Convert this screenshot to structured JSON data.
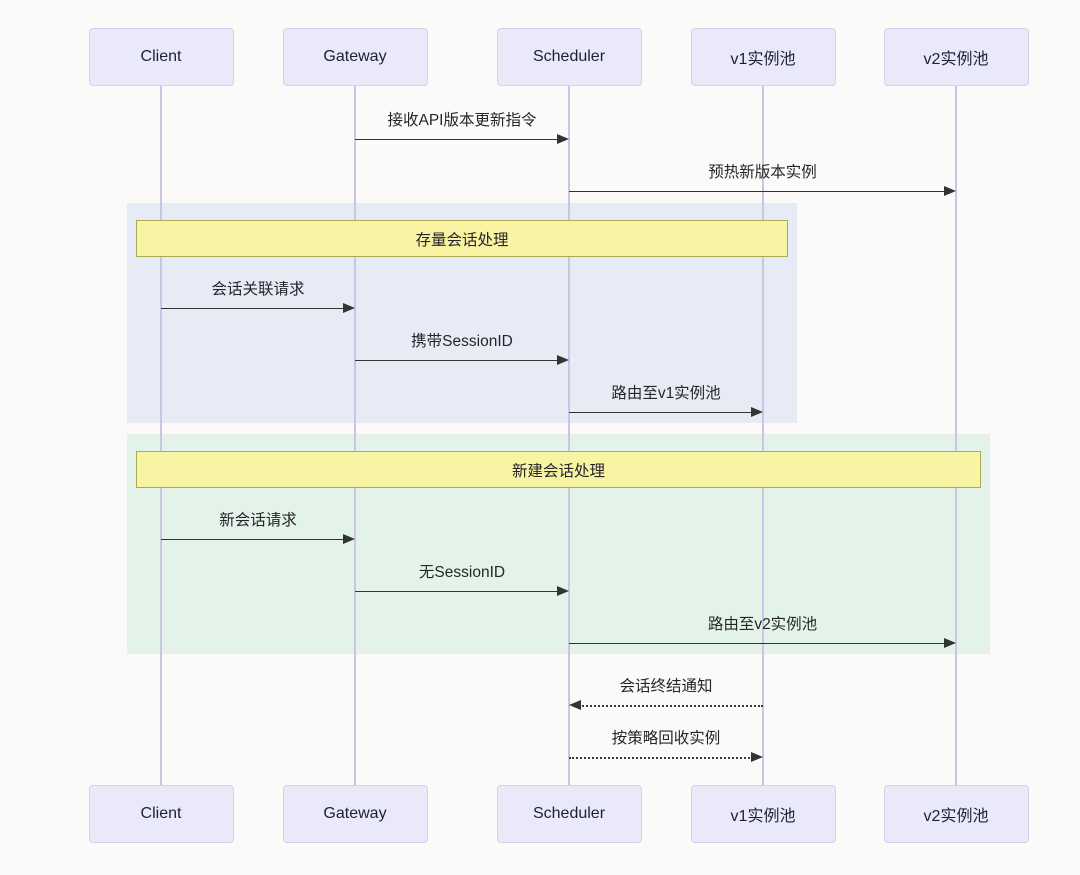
{
  "diagram": {
    "type": "sequence-diagram",
    "actors": [
      {
        "id": "client",
        "label": "Client"
      },
      {
        "id": "gateway",
        "label": "Gateway"
      },
      {
        "id": "scheduler",
        "label": "Scheduler"
      },
      {
        "id": "v1pool",
        "label": "v1实例池"
      },
      {
        "id": "v2pool",
        "label": "v2实例池"
      }
    ],
    "sequence": [
      {
        "kind": "message",
        "from": "gateway",
        "to": "scheduler",
        "label": "接收API版本更新指令",
        "line": "solid"
      },
      {
        "kind": "message",
        "from": "scheduler",
        "to": "v2pool",
        "label": "预热新版本实例",
        "line": "solid"
      },
      {
        "kind": "block_start",
        "title": "存量会话处理",
        "theme": "blue"
      },
      {
        "kind": "message",
        "from": "client",
        "to": "gateway",
        "label": "会话关联请求",
        "line": "solid"
      },
      {
        "kind": "message",
        "from": "gateway",
        "to": "scheduler",
        "label": "携带SessionID",
        "line": "solid"
      },
      {
        "kind": "message",
        "from": "scheduler",
        "to": "v1pool",
        "label": "路由至v1实例池",
        "line": "solid"
      },
      {
        "kind": "block_end"
      },
      {
        "kind": "block_start",
        "title": "新建会话处理",
        "theme": "green"
      },
      {
        "kind": "message",
        "from": "client",
        "to": "gateway",
        "label": "新会话请求",
        "line": "solid"
      },
      {
        "kind": "message",
        "from": "gateway",
        "to": "scheduler",
        "label": "无SessionID",
        "line": "solid"
      },
      {
        "kind": "message",
        "from": "scheduler",
        "to": "v2pool",
        "label": "路由至v2实例池",
        "line": "solid"
      },
      {
        "kind": "block_end"
      },
      {
        "kind": "message",
        "from": "v1pool",
        "to": "scheduler",
        "label": "会话终结通知",
        "line": "dashed"
      },
      {
        "kind": "message",
        "from": "scheduler",
        "to": "v1pool",
        "label": "按策略回收实例",
        "line": "dashed"
      }
    ],
    "colors": {
      "background": "#FBFAF8",
      "actor_fill": "#E9E9F9",
      "actor_border": "#D3D1EC",
      "lifeline": "#CAC4E5",
      "arrow": "#333333",
      "text": "#26262A",
      "fragment_blue": "#E6EBF5",
      "fragment_green": "#E4F3EA",
      "fragment_bar_fill": "#F9F3A4",
      "fragment_bar_border": "#ABAB52"
    }
  }
}
